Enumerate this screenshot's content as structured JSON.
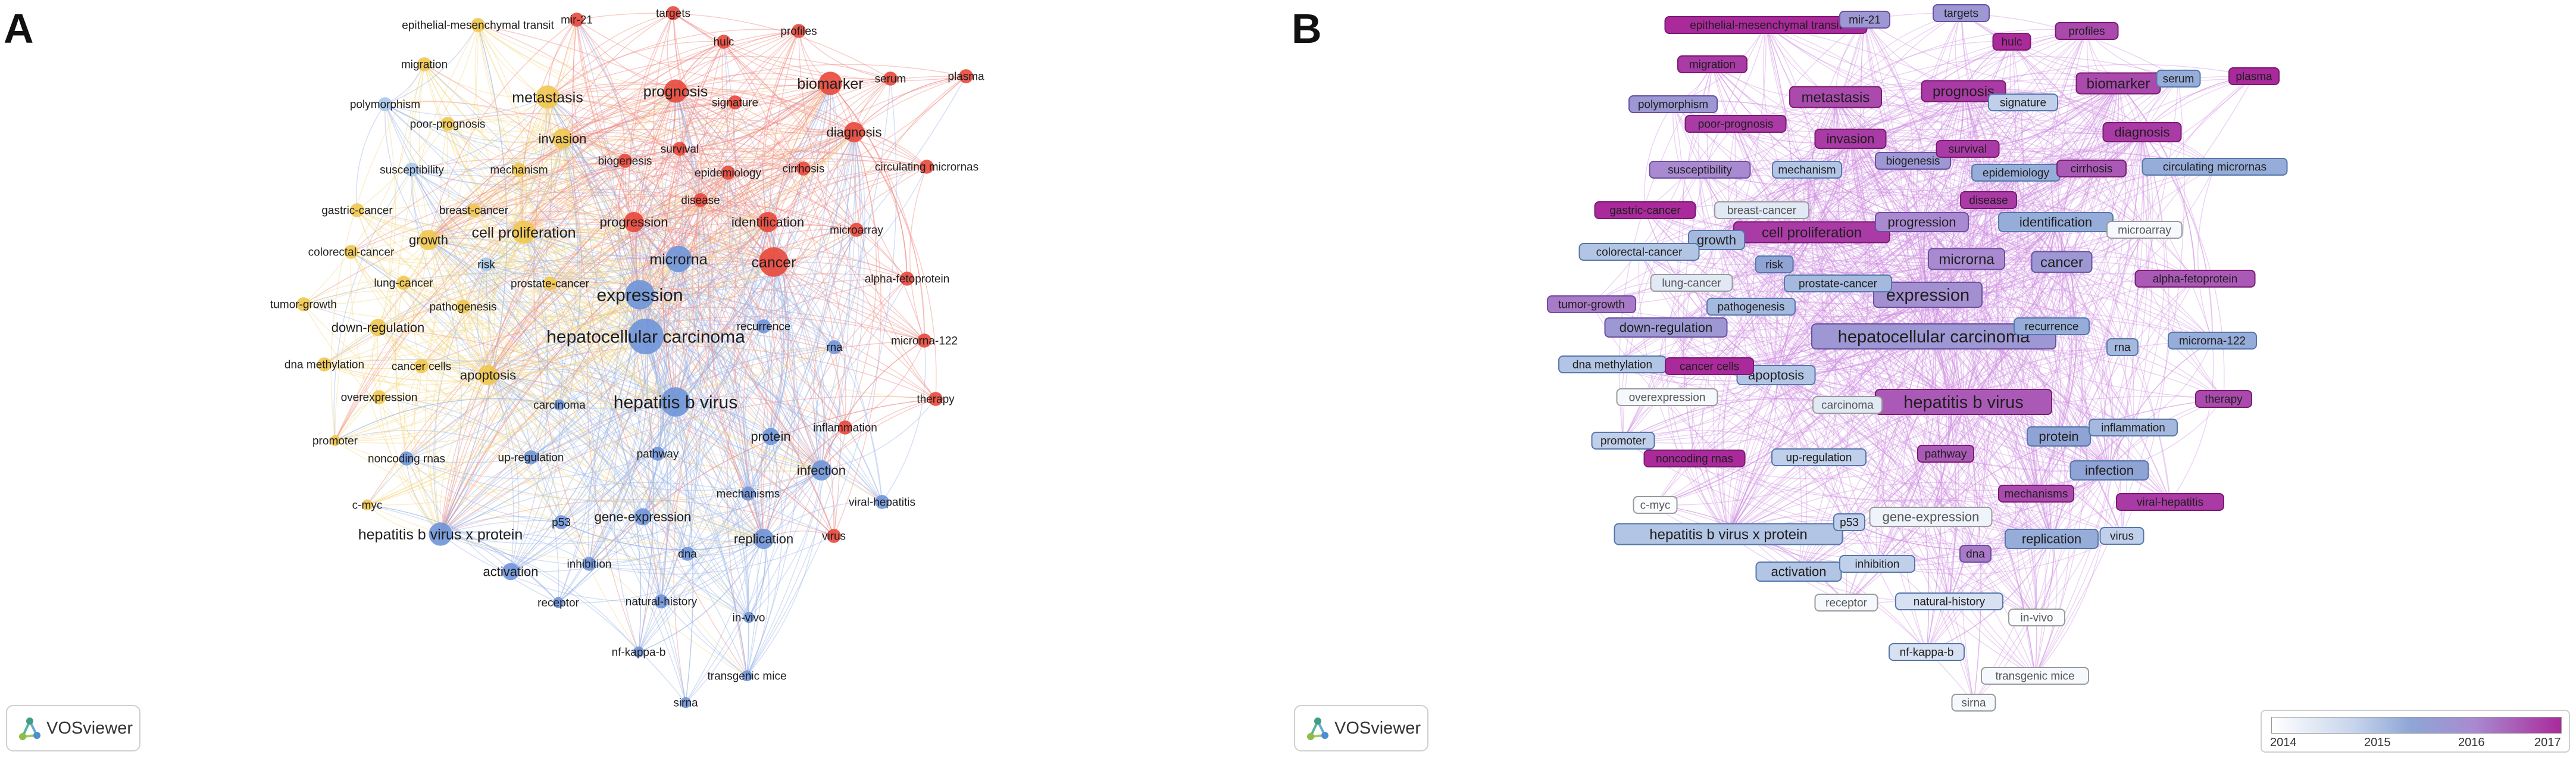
{
  "panels": [
    {
      "letter": "A",
      "badge": "VOSviewer"
    },
    {
      "letter": "B",
      "badge": "VOSviewer"
    }
  ],
  "legend": {
    "ticks": [
      "2014",
      "2015",
      "2016",
      "2017"
    ]
  },
  "colors": {
    "red": "#e8483b",
    "blue": "#6f95d9",
    "yellow": "#f0c64f",
    "lightblue": "#a9c8ec",
    "link_a_red": "#ef8c84",
    "link_a_blue": "#9db6e6",
    "link_a_yellow": "#f4d98a",
    "link_b": "#cf8fe0"
  },
  "nodes": [
    {
      "label": "hepatocellular carcinoma",
      "cluster": "blue",
      "weight": 10,
      "year": 0.6,
      "big": true
    },
    {
      "label": "hepatitis b virus",
      "cluster": "blue",
      "weight": 8,
      "year": 0.85,
      "big": true
    },
    {
      "label": "expression",
      "cluster": "blue",
      "weight": 8,
      "year": 0.65,
      "big": true
    },
    {
      "label": "microrna",
      "cluster": "blue",
      "weight": 7,
      "year": 0.7
    },
    {
      "label": "cancer",
      "cluster": "red",
      "weight": 8,
      "year": 0.6
    },
    {
      "label": "cell proliferation",
      "cluster": "yellow",
      "weight": 6,
      "year": 0.95
    },
    {
      "label": "hepatitis b virus x protein",
      "cluster": "blue",
      "weight": 6,
      "year": 0.35
    },
    {
      "label": "metastasis",
      "cluster": "yellow",
      "weight": 6,
      "year": 0.9
    },
    {
      "label": "prognosis",
      "cluster": "red",
      "weight": 6,
      "year": 0.95
    },
    {
      "label": "biomarker",
      "cluster": "red",
      "weight": 6,
      "year": 0.9
    },
    {
      "label": "diagnosis",
      "cluster": "red",
      "weight": 5,
      "year": 0.95
    },
    {
      "label": "identification",
      "cluster": "red",
      "weight": 5,
      "year": 0.45
    },
    {
      "label": "progression",
      "cluster": "red",
      "weight": 5,
      "year": 0.7
    },
    {
      "label": "invasion",
      "cluster": "yellow",
      "weight": 5,
      "year": 0.95
    },
    {
      "label": "growth",
      "cluster": "yellow",
      "weight": 5,
      "year": 0.4
    },
    {
      "label": "apoptosis",
      "cluster": "yellow",
      "weight": 5,
      "year": 0.35
    },
    {
      "label": "replication",
      "cluster": "blue",
      "weight": 5,
      "year": 0.45
    },
    {
      "label": "infection",
      "cluster": "blue",
      "weight": 5,
      "year": 0.5
    },
    {
      "label": "gene-expression",
      "cluster": "blue",
      "weight": 4,
      "year": 0.08
    },
    {
      "label": "activation",
      "cluster": "blue",
      "weight": 4,
      "year": 0.35
    },
    {
      "label": "protein",
      "cluster": "blue",
      "weight": 4,
      "year": 0.5
    },
    {
      "label": "down-regulation",
      "cluster": "yellow",
      "weight": 4,
      "year": 0.6
    },
    {
      "label": "migration",
      "cluster": "yellow",
      "weight": 3,
      "year": 0.95
    },
    {
      "label": "polymorphism",
      "cluster": "lightblue",
      "weight": 3,
      "year": 0.6
    },
    {
      "label": "poor-prognosis",
      "cluster": "yellow",
      "weight": 3,
      "year": 0.95
    },
    {
      "label": "susceptibility",
      "cluster": "lightblue",
      "weight": 3,
      "year": 0.7
    },
    {
      "label": "mechanism",
      "cluster": "yellow",
      "weight": 3,
      "year": 0.35
    },
    {
      "label": "biogenesis",
      "cluster": "red",
      "weight": 3,
      "year": 0.6
    },
    {
      "label": "survival",
      "cluster": "red",
      "weight": 3,
      "year": 0.95
    },
    {
      "label": "epidemiology",
      "cluster": "red",
      "weight": 3,
      "year": 0.45
    },
    {
      "label": "cirrhosis",
      "cluster": "red",
      "weight": 3,
      "year": 0.85
    },
    {
      "label": "disease",
      "cluster": "red",
      "weight": 3,
      "year": 0.95
    },
    {
      "label": "serum",
      "cluster": "red",
      "weight": 3,
      "year": 0.45
    },
    {
      "label": "plasma",
      "cluster": "red",
      "weight": 3,
      "year": 1.0
    },
    {
      "label": "circulating micrornas",
      "cluster": "red",
      "weight": 3,
      "year": 0.45
    },
    {
      "label": "microarray",
      "cluster": "red",
      "weight": 3,
      "year": 0.05
    },
    {
      "label": "alpha-fetoprotein",
      "cluster": "red",
      "weight": 3,
      "year": 0.85
    },
    {
      "label": "microrna-122",
      "cluster": "red",
      "weight": 3,
      "year": 0.45
    },
    {
      "label": "therapy",
      "cluster": "red",
      "weight": 3,
      "year": 0.9
    },
    {
      "label": "rna",
      "cluster": "blue",
      "weight": 3,
      "year": 0.4
    },
    {
      "label": "inflammation",
      "cluster": "red",
      "weight": 3,
      "year": 0.4
    },
    {
      "label": "viral-hepatitis",
      "cluster": "blue",
      "weight": 3,
      "year": 0.95
    },
    {
      "label": "virus",
      "cluster": "red",
      "weight": 3,
      "year": 0.3
    },
    {
      "label": "mechanisms",
      "cluster": "blue",
      "weight": 3,
      "year": 0.9
    },
    {
      "label": "pathway",
      "cluster": "blue",
      "weight": 3,
      "year": 0.85
    },
    {
      "label": "dna",
      "cluster": "blue",
      "weight": 3,
      "year": 0.75
    },
    {
      "label": "p53",
      "cluster": "blue",
      "weight": 3,
      "year": 0.3
    },
    {
      "label": "inhibition",
      "cluster": "blue",
      "weight": 3,
      "year": 0.3
    },
    {
      "label": "receptor",
      "cluster": "blue",
      "weight": 2,
      "year": 0.05
    },
    {
      "label": "natural-history",
      "cluster": "blue",
      "weight": 3,
      "year": 0.2
    },
    {
      "label": "in-vivo",
      "cluster": "blue",
      "weight": 2,
      "year": 0.02
    },
    {
      "label": "nf-kappa-b",
      "cluster": "blue",
      "weight": 2,
      "year": 0.2
    },
    {
      "label": "transgenic mice",
      "cluster": "blue",
      "weight": 2,
      "year": 0.05
    },
    {
      "label": "sirna",
      "cluster": "blue",
      "weight": 2,
      "year": 0.05
    },
    {
      "label": "up-regulation",
      "cluster": "blue",
      "weight": 3,
      "year": 0.3
    },
    {
      "label": "noncoding rnas",
      "cluster": "blue",
      "weight": 3,
      "year": 1.0
    },
    {
      "label": "promoter",
      "cluster": "yellow",
      "weight": 2,
      "year": 0.3
    },
    {
      "label": "c-myc",
      "cluster": "yellow",
      "weight": 2,
      "year": 0.02
    },
    {
      "label": "overexpression",
      "cluster": "yellow",
      "weight": 3,
      "year": 0.05
    },
    {
      "label": "dna methylation",
      "cluster": "yellow",
      "weight": 3,
      "year": 0.35
    },
    {
      "label": "cancer cells",
      "cluster": "yellow",
      "weight": 3,
      "year": 1.0
    },
    {
      "label": "tumor-growth",
      "cluster": "yellow",
      "weight": 3,
      "year": 0.75
    },
    {
      "label": "pathogenesis",
      "cluster": "yellow",
      "weight": 3,
      "year": 0.4
    },
    {
      "label": "lung-cancer",
      "cluster": "yellow",
      "weight": 3,
      "year": 0.15
    },
    {
      "label": "prostate-cancer",
      "cluster": "yellow",
      "weight": 3,
      "year": 0.4
    },
    {
      "label": "risk",
      "cluster": "lightblue",
      "weight": 3,
      "year": 0.5
    },
    {
      "label": "colorectal-cancer",
      "cluster": "yellow",
      "weight": 3,
      "year": 0.35
    },
    {
      "label": "breast-cancer",
      "cluster": "yellow",
      "weight": 3,
      "year": 0.15
    },
    {
      "label": "gastric-cancer",
      "cluster": "yellow",
      "weight": 3,
      "year": 1.0
    },
    {
      "label": "carcinoma",
      "cluster": "blue",
      "weight": 2,
      "year": 0.15
    },
    {
      "label": "epithelial-mesenchymal transit",
      "cluster": "yellow",
      "weight": 3,
      "year": 1.0
    },
    {
      "label": "mir-21",
      "cluster": "red",
      "weight": 3,
      "year": 0.6
    },
    {
      "label": "targets",
      "cluster": "red",
      "weight": 3,
      "year": 0.6
    },
    {
      "label": "hulc",
      "cluster": "red",
      "weight": 3,
      "year": 1.0
    },
    {
      "label": "profiles",
      "cluster": "red",
      "weight": 3,
      "year": 0.9
    },
    {
      "label": "signature",
      "cluster": "red",
      "weight": 3,
      "year": 0.3
    },
    {
      "label": "recurrence",
      "cluster": "blue",
      "weight": 3,
      "year": 0.45
    }
  ]
}
